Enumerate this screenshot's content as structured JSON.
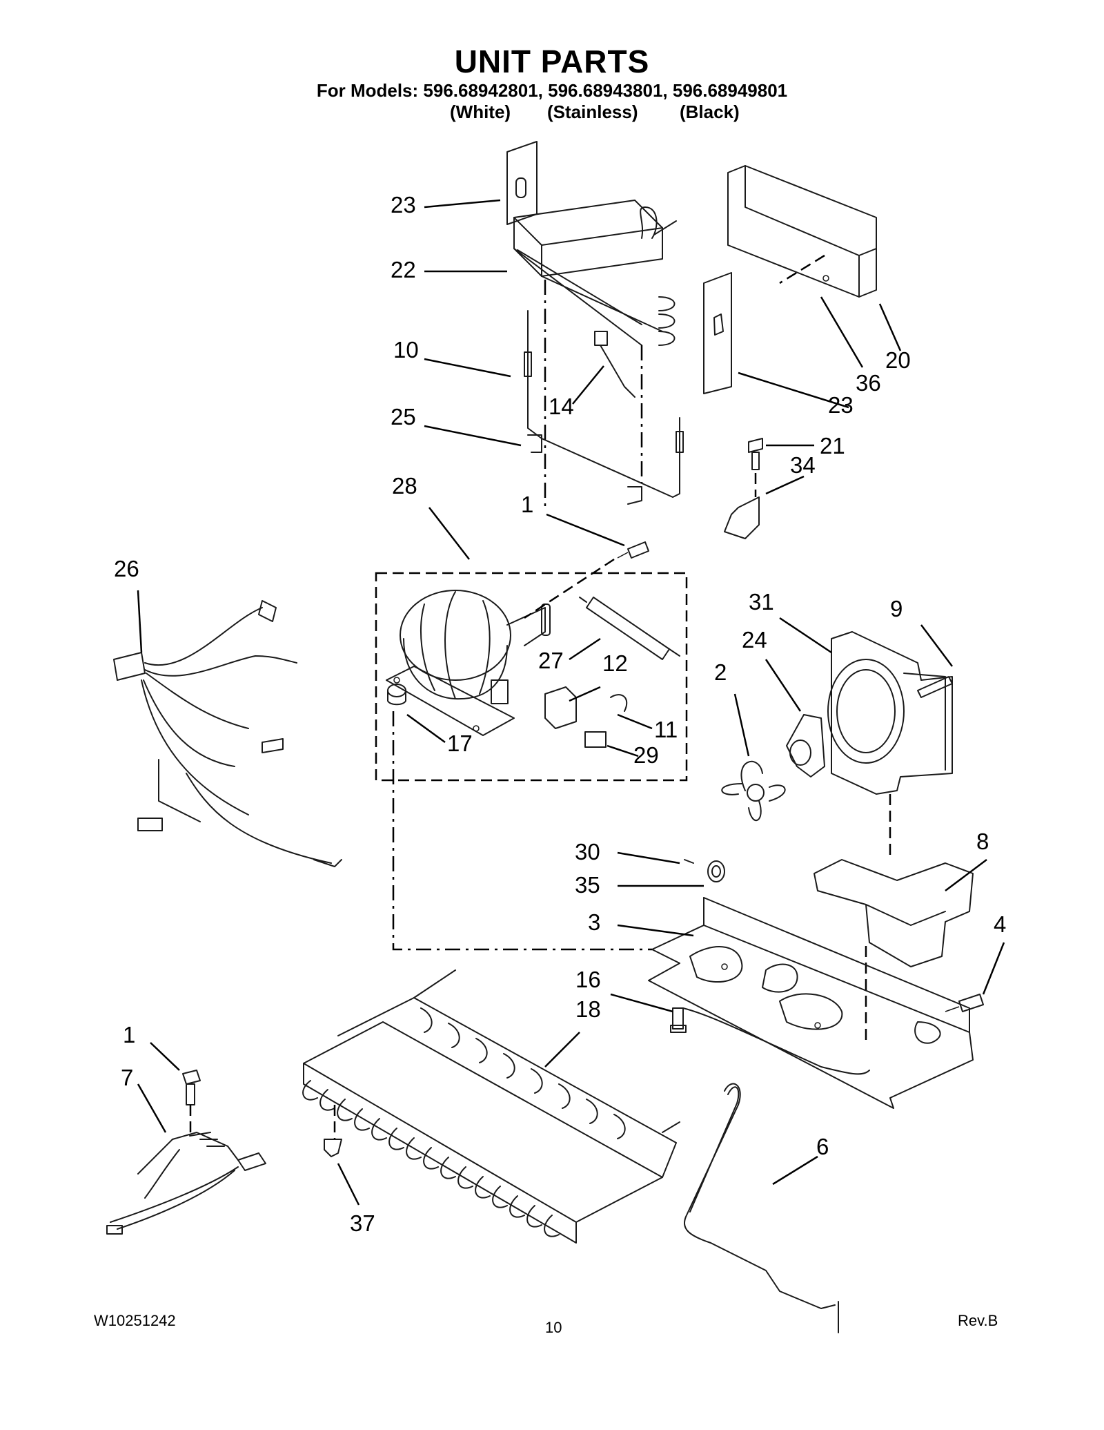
{
  "header": {
    "title": "UNIT PARTS",
    "models": "For Models: 596.68942801, 596.68943801, 596.68949801",
    "variant_white": "(White)",
    "variant_stainless": "(Stainless)",
    "variant_black": "(Black)"
  },
  "callouts": {
    "c23a": "23",
    "c22": "22",
    "c10": "10",
    "c14": "14",
    "c25": "25",
    "c20": "20",
    "c36": "36",
    "c23b": "23",
    "c21": "21",
    "c34": "34",
    "c28": "28",
    "c1a": "1",
    "c26": "26",
    "c27": "27",
    "c12": "12",
    "c17": "17",
    "c11": "11",
    "c29": "29",
    "c31": "31",
    "c9": "9",
    "c24": "24",
    "c2": "2",
    "c30": "30",
    "c35": "35",
    "c3": "3",
    "c8": "8",
    "c4": "4",
    "c16": "16",
    "c18": "18",
    "c1b": "1",
    "c7": "7",
    "c37": "37",
    "c6": "6"
  },
  "footer": {
    "doc_number": "W10251242",
    "page_number": "10",
    "revision": "Rev.B"
  }
}
